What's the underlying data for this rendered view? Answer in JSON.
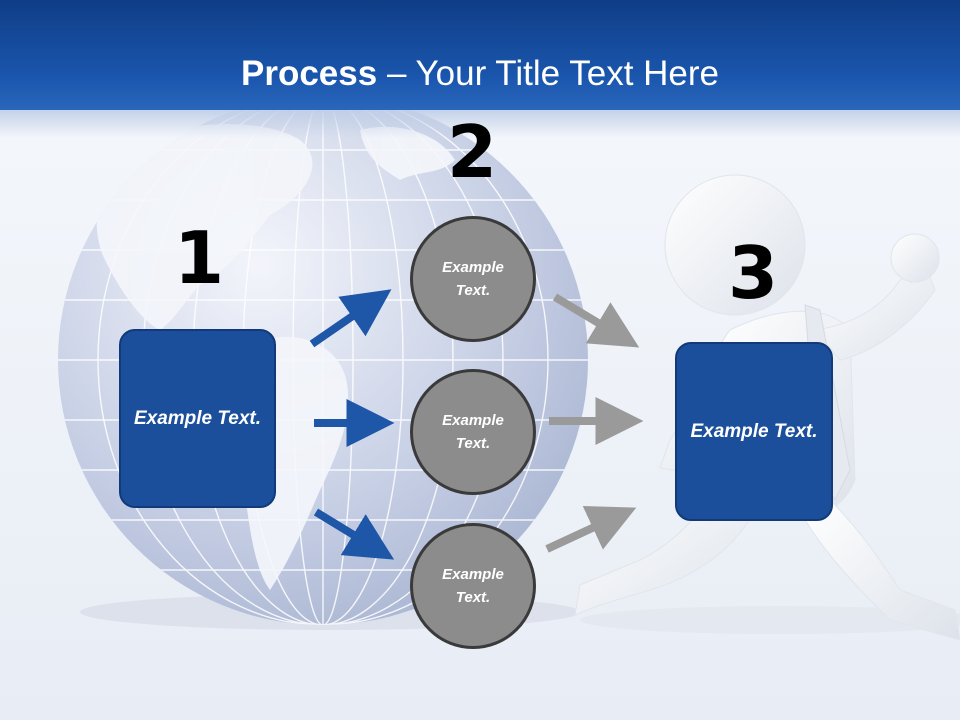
{
  "slide": {
    "title_bold": "Process",
    "title_rest": " – Your Title Text Here"
  },
  "steps": {
    "step1": {
      "number": "1",
      "text": "Example Text."
    },
    "step2": {
      "number": "2",
      "circles": [
        {
          "text": "Example Text."
        },
        {
          "text": "Example Text."
        },
        {
          "text": "Example Text."
        }
      ]
    },
    "step3": {
      "number": "3",
      "text": "Example Text."
    }
  },
  "colors": {
    "header": "#1a56ad",
    "box_fill": "#1b4f9c",
    "circle_fill": "#8c8c8c",
    "blue_arrow": "#1e56a8",
    "gray_arrow": "#9a9a9a"
  },
  "illustrations": {
    "globe": "globe-illustration",
    "figure": "running-figure-illustration"
  }
}
